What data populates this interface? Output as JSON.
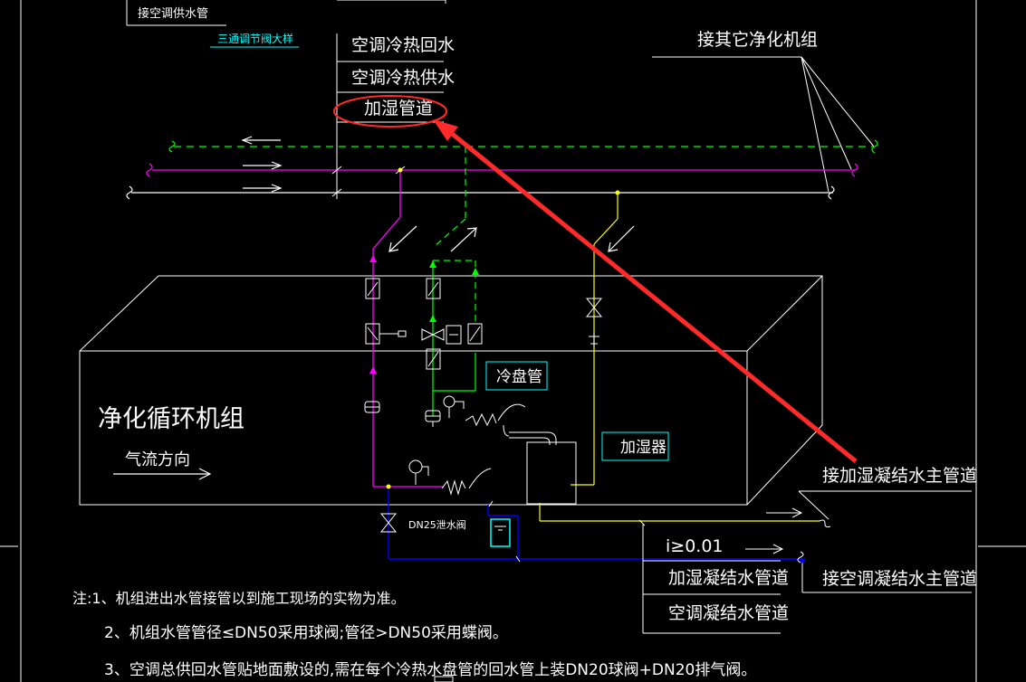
{
  "texts": {
    "top_box": "接空调供水管",
    "valve_detail": "三通调节阀大样",
    "return_water": "空调冷热回水",
    "supply_water": "空调冷热供水",
    "humidify_pipe": "加湿管道",
    "other_units": "接其它净化机组",
    "unit_name": "净化循环机组",
    "airflow": "气流方向",
    "cooling_coil": "冷盘管",
    "humidifier": "加湿器",
    "humid_main": "接加湿凝结水主管道",
    "dn25": "DN25泄水阀",
    "slope": "i≥0.01",
    "humid_cond": "加湿凝结水管道",
    "ac_cond": "空调凝结水管道",
    "ac_main": "接空调凝结水主管道",
    "note1": "注:1、机组进出水管接管以到施工现场的实物为准。",
    "note2": "2、机组水管管径≤DN50采用球阀;管径>DN50采用蝶阀。",
    "note3": "3、空调总供回水管贴地面敷设的,需在每个冷热水盘管的回水管上装DN20球阀+DN20排气阀。"
  },
  "colors": {
    "white": "#ffffff",
    "green": "#00ff00",
    "magenta": "#ff00ff",
    "yellow": "#ffff00",
    "blue": "#0000ff",
    "cyan": "#00ffff",
    "red": "#ff2a2a"
  }
}
